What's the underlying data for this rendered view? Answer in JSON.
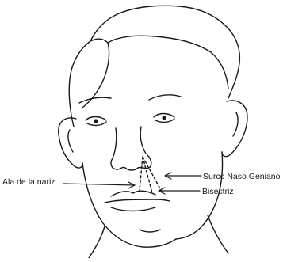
{
  "labels": {
    "ala_nariz": "Ala de la nariz",
    "surco_naso_geniano": "Surco Naso Geniano",
    "bisectriz": "Bisectriz"
  },
  "style": {
    "line_color": "#1a1a1a",
    "background": "#ffffff"
  }
}
